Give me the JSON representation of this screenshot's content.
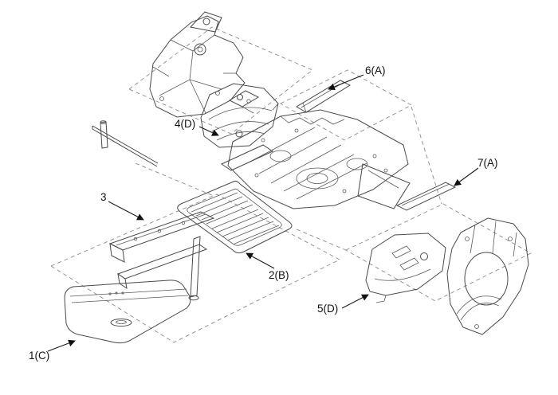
{
  "diagram": {
    "callouts": [
      {
        "id": "1",
        "text": "1(C)"
      },
      {
        "id": "2",
        "text": "2(B)"
      },
      {
        "id": "3",
        "text": "3"
      },
      {
        "id": "4",
        "text": "4(D)"
      },
      {
        "id": "5",
        "text": "5(D)"
      },
      {
        "id": "6",
        "text": "6(A)"
      },
      {
        "id": "7",
        "text": "7(A)"
      }
    ],
    "colors": {
      "background": "#ffffff",
      "line": "#4a4a4a",
      "label": "#111111",
      "screen_fill": "#b5b5b5"
    }
  }
}
